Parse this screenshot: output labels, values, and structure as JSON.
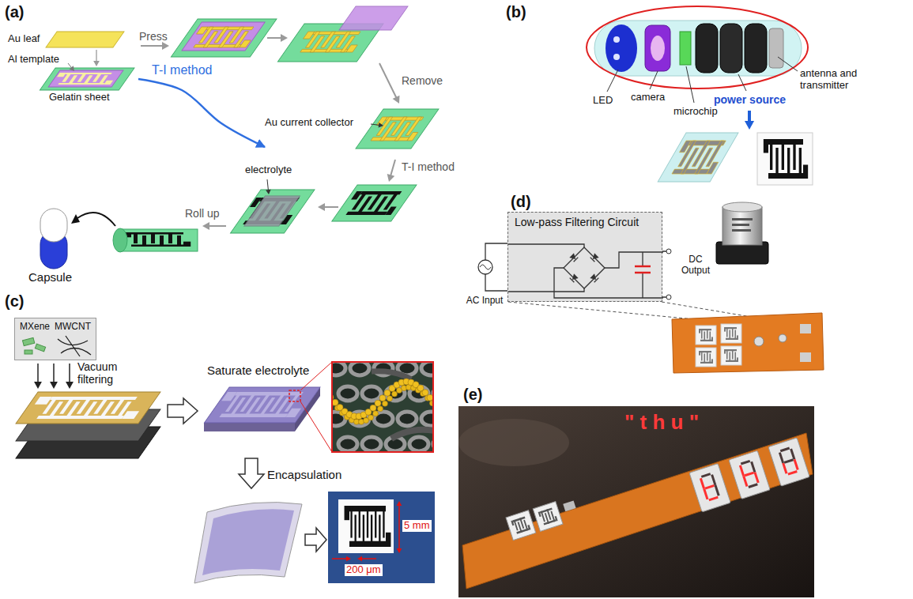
{
  "diagram": {
    "nodes": [
      {
        "text": [
          "Au leaf",
          "Al template",
          "Gelatin sheet"
        ]
      },
      {
        "text": [
          "Au current collector"
        ]
      },
      {
        "text": [
          "electrolyte"
        ]
      },
      {
        "text": [
          "Capsule"
        ]
      },
      {
        "text": [
          "MXene",
          "MWCNT"
        ]
      },
      {
        "text": [
          "Low-pass Filtering Circuit"
        ]
      }
    ],
    "edges": [
      {
        "from": 0,
        "to": 1,
        "label": "T-I method",
        "arrow": "to"
      }
    ],
    "labels": [
      "(a)",
      "Press",
      "Remove",
      "T-I method",
      "Roll up",
      "(b)",
      "LED",
      "camera",
      "microchip",
      "power source",
      "antenna and transmitter",
      "(c)",
      "Vacuum filtering",
      "Saturate electrolyte",
      "Encapsulation",
      "5 mm",
      "200 μm",
      "(d)",
      "AC Input",
      "DC Output",
      "(e)",
      "\" t h u \""
    ]
  }
}
